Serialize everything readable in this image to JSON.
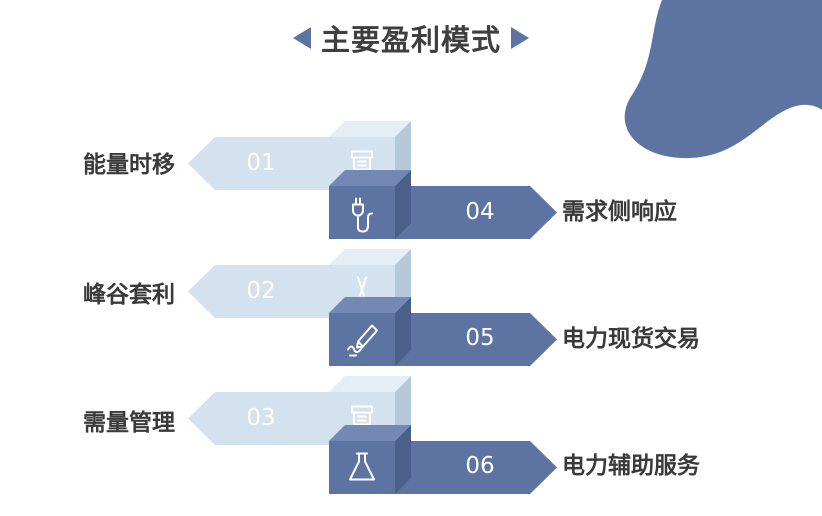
{
  "title": "主要盈利模式",
  "colors": {
    "dark_blue": "#5d74a2",
    "dark_blue_side": "#4a5f8a",
    "light_blue": "#d3e2ee",
    "light_blue_side": "#b6c9d8",
    "light_icon": "#ffffff",
    "dark_icon": "#ffffff",
    "text": "#3a3a3a"
  },
  "items": [
    {
      "num": "01",
      "label": "能量时移",
      "icon": "cart-icon"
    },
    {
      "num": "04",
      "label": "需求侧响应",
      "icon": "plug-icon"
    },
    {
      "num": "02",
      "label": "峰谷套利",
      "icon": "scissors-icon"
    },
    {
      "num": "05",
      "label": "电力现货交易",
      "icon": "pen-icon"
    },
    {
      "num": "03",
      "label": "需量管理",
      "icon": "cart-icon"
    },
    {
      "num": "06",
      "label": "电力辅助服务",
      "icon": "flask-icon"
    }
  ]
}
